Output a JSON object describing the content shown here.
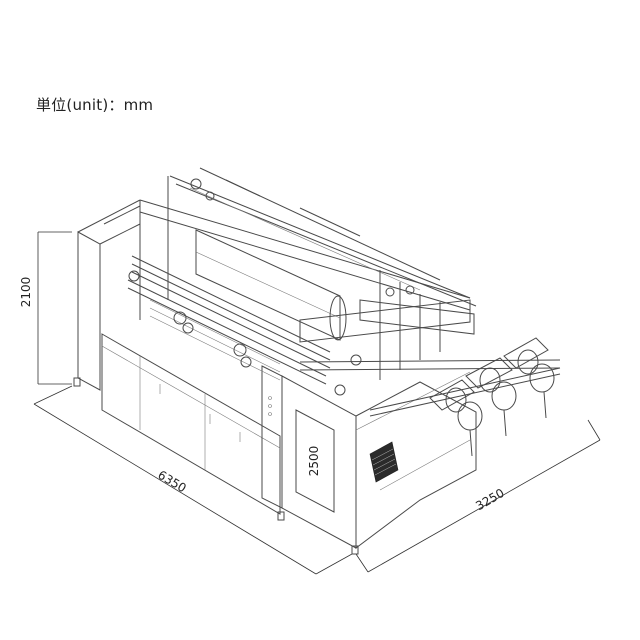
{
  "unit_label": "単位(unit)：mm",
  "dimensions": {
    "height": "2100",
    "length": "6350",
    "width": "3250",
    "inner": "2500"
  }
}
